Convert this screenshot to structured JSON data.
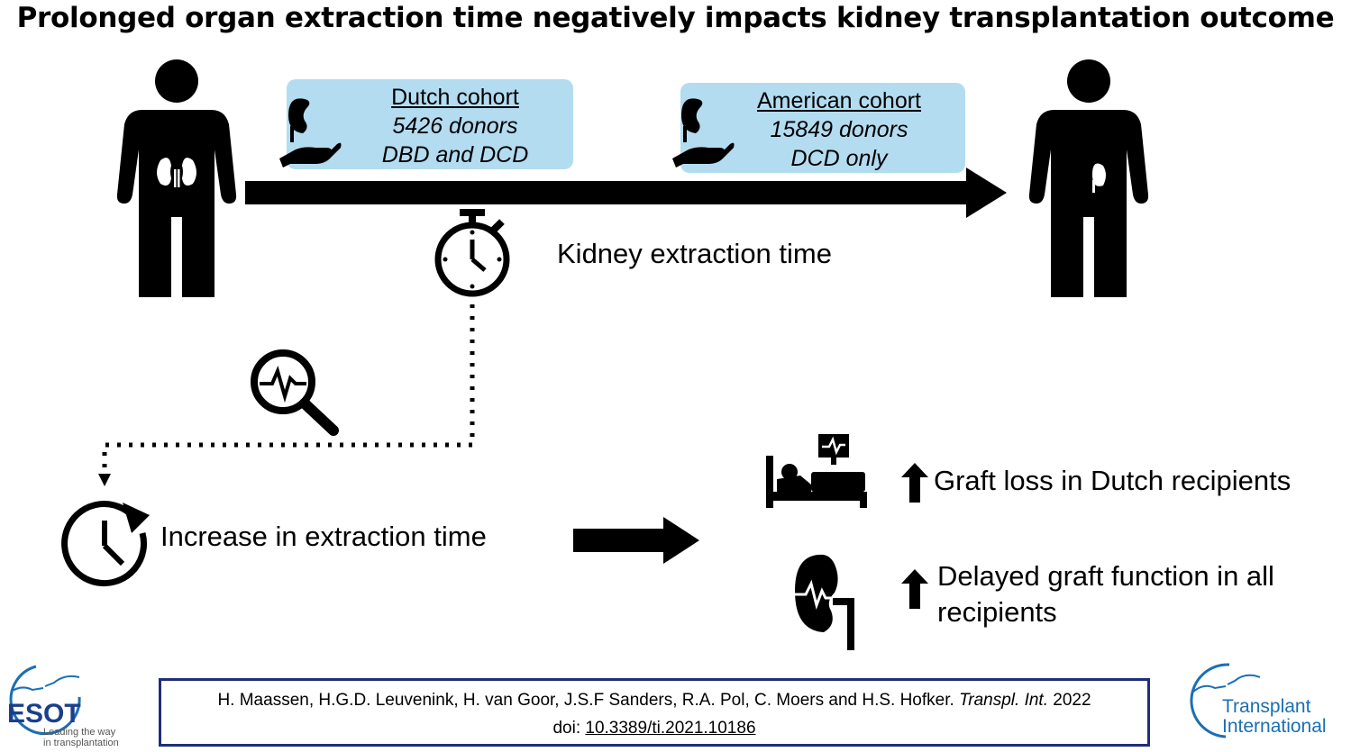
{
  "title": "Prolonged organ extraction time negatively impacts kidney transplantation outcome",
  "dutch": {
    "heading": "Dutch  cohort",
    "donors": "5426 donors",
    "type": "DBD and DCD"
  },
  "american": {
    "heading": "American  cohort",
    "donors": "15849 donors",
    "type": "DCD only"
  },
  "extraction_label": "Kidney extraction time",
  "increase_label": "Increase in extraction time",
  "outcome1": "Graft loss in Dutch recipients",
  "outcome2_line1": "Delayed graft function in all",
  "outcome2_line2": "recipients",
  "citation": {
    "authors": "H. Maassen, H.G.D.  Leuvenink, H. van Goor, J.S.F Sanders, R.A. Pol, C. Moers and H.S. Hofker.",
    "journal": "Transpl. Int.",
    "year": "2022",
    "doi_label": "doi:",
    "doi": "10.3389/ti.2021.10186"
  },
  "esot": {
    "name": "ESOT",
    "tagline1": "Leading the way",
    "tagline2": "in transplantation"
  },
  "ti": {
    "line1": "Transplant",
    "line2": "International"
  },
  "colors": {
    "cohort_bg": "#b3dcf0",
    "frame": "#1f2e7a",
    "logo_blue": "#1a6fb3"
  },
  "icons": [
    "donor-person-icon",
    "recipient-person-icon",
    "kidney-in-hand-icon",
    "stopwatch-icon",
    "magnifier-pulse-icon",
    "clock-increase-icon",
    "hospital-bed-icon",
    "kidney-pulse-icon",
    "up-arrow-icon"
  ]
}
